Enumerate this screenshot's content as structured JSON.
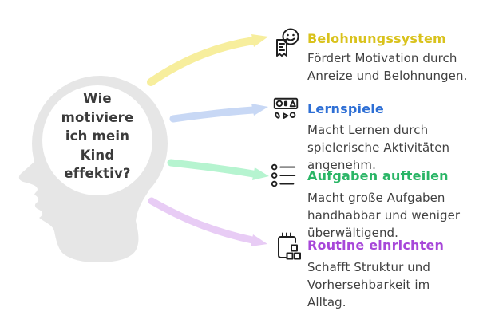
{
  "page": {
    "background": "#ffffff"
  },
  "center": {
    "question_lines": [
      "Wie",
      "motiviere",
      "ich mein",
      "Kind",
      "effektiv?"
    ],
    "text_color": "#3b3b3b",
    "head_color": "#e6e6e6",
    "bubble_color": "#ffffff"
  },
  "items": [
    {
      "title": "Belohnungssystem",
      "title_color": "#d9c21c",
      "arrow_color": "#f7ee9d",
      "icon": "reward-smiley-icon",
      "desc_lines": [
        "Fördert Motivation durch",
        "Anreize und Belohnungen."
      ]
    },
    {
      "title": "Lernspiele",
      "title_color": "#2e6fd5",
      "arrow_color": "#c8d8f5",
      "icon": "learning-shapes-icon",
      "desc_lines": [
        "Macht Lernen durch",
        "spielerische Aktivitäten",
        "angenehm."
      ]
    },
    {
      "title": "Aufgaben aufteilen",
      "title_color": "#2ab566",
      "arrow_color": "#b6f4d0",
      "icon": "task-list-icon",
      "desc_lines": [
        "Macht große Aufgaben",
        "handhabbar und weniger",
        "überwältigend."
      ]
    },
    {
      "title": "Routine einrichten",
      "title_color": "#a747d9",
      "arrow_color": "#e8ccf5",
      "icon": "routine-calendar-icon",
      "desc_lines": [
        "Schafft Struktur und",
        "Vorhersehbarkeit im",
        "Alltag."
      ]
    }
  ]
}
